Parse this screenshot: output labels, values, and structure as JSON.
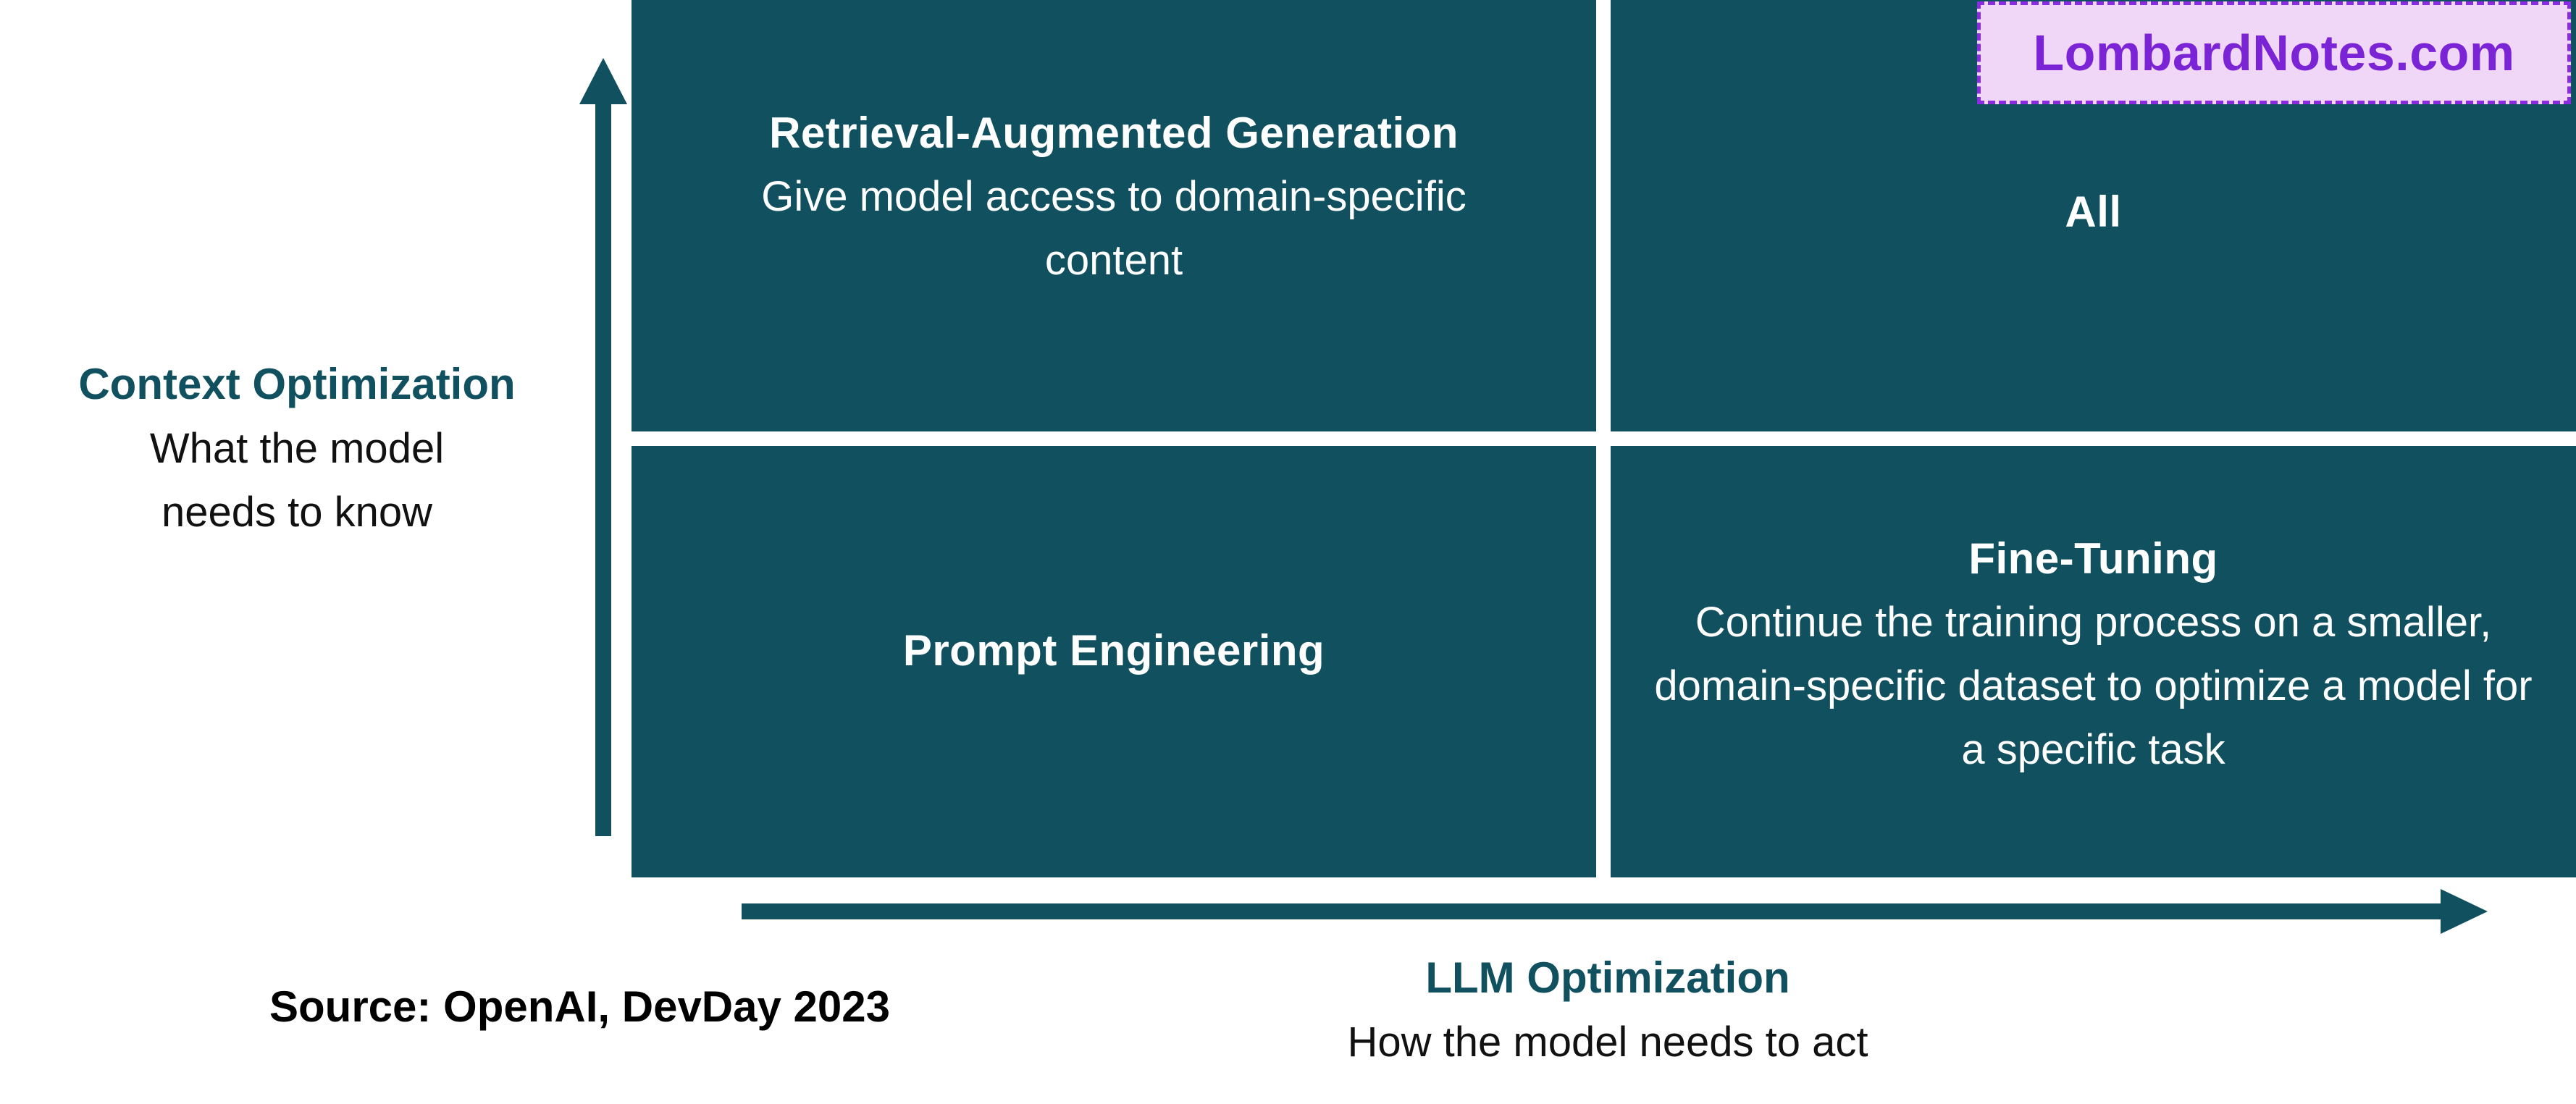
{
  "colors": {
    "quadrant_fill": "#10505f",
    "axis": "#10505f",
    "watermark_fill": "#f0d6f7",
    "watermark_border": "#8a2be2",
    "watermark_text": "#7b24d6"
  },
  "quadrants": {
    "top_left": {
      "title": "Retrieval-Augmented Generation",
      "description": "Give model access to domain-specific content"
    },
    "top_right": {
      "title": "All"
    },
    "bottom_left": {
      "title": "Prompt Engineering"
    },
    "bottom_right": {
      "title": "Fine-Tuning",
      "description": "Continue the training process on a smaller, domain-specific dataset to optimize a model for a specific task"
    }
  },
  "y_axis": {
    "title": "Context Optimization",
    "description": "What the model needs to know",
    "direction": "up"
  },
  "x_axis": {
    "title": "LLM Optimization",
    "description": "How the model needs to act",
    "direction": "right"
  },
  "source": "Source: OpenAI, DevDay 2023",
  "watermark": "LombardNotes.com"
}
